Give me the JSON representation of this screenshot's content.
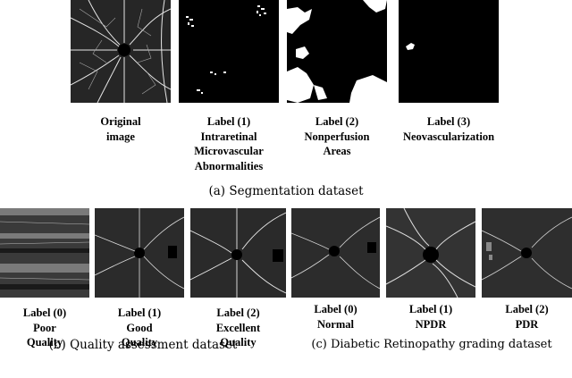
{
  "segmentation": {
    "panels": [
      {
        "label": [
          "Original",
          "image"
        ]
      },
      {
        "label": [
          "Label (1)",
          "Intraretinal",
          "Microvascular",
          "Abnormalities"
        ]
      },
      {
        "label": [
          "Label (2)",
          "Nonperfusion",
          "Areas"
        ]
      },
      {
        "label": [
          "Label (3)",
          "Neovascularization"
        ]
      }
    ],
    "caption": "(a) Segmentation dataset"
  },
  "quality": {
    "panels": [
      {
        "label": [
          "Label (0)",
          "Poor",
          "Quality"
        ]
      },
      {
        "label": [
          "Label (1)",
          "Good",
          "Quality"
        ]
      },
      {
        "label": [
          "Label (2)",
          "Excellent",
          "Quality"
        ]
      }
    ],
    "caption": "(b) Quality assessment dataset"
  },
  "grading": {
    "panels": [
      {
        "label": [
          "Label (0)",
          "Normal"
        ]
      },
      {
        "label": [
          "Label (1)",
          "NPDR"
        ]
      },
      {
        "label": [
          "Label (2)",
          "PDR"
        ]
      }
    ],
    "caption": "(c) Diabetic Retinopathy grading dataset"
  }
}
